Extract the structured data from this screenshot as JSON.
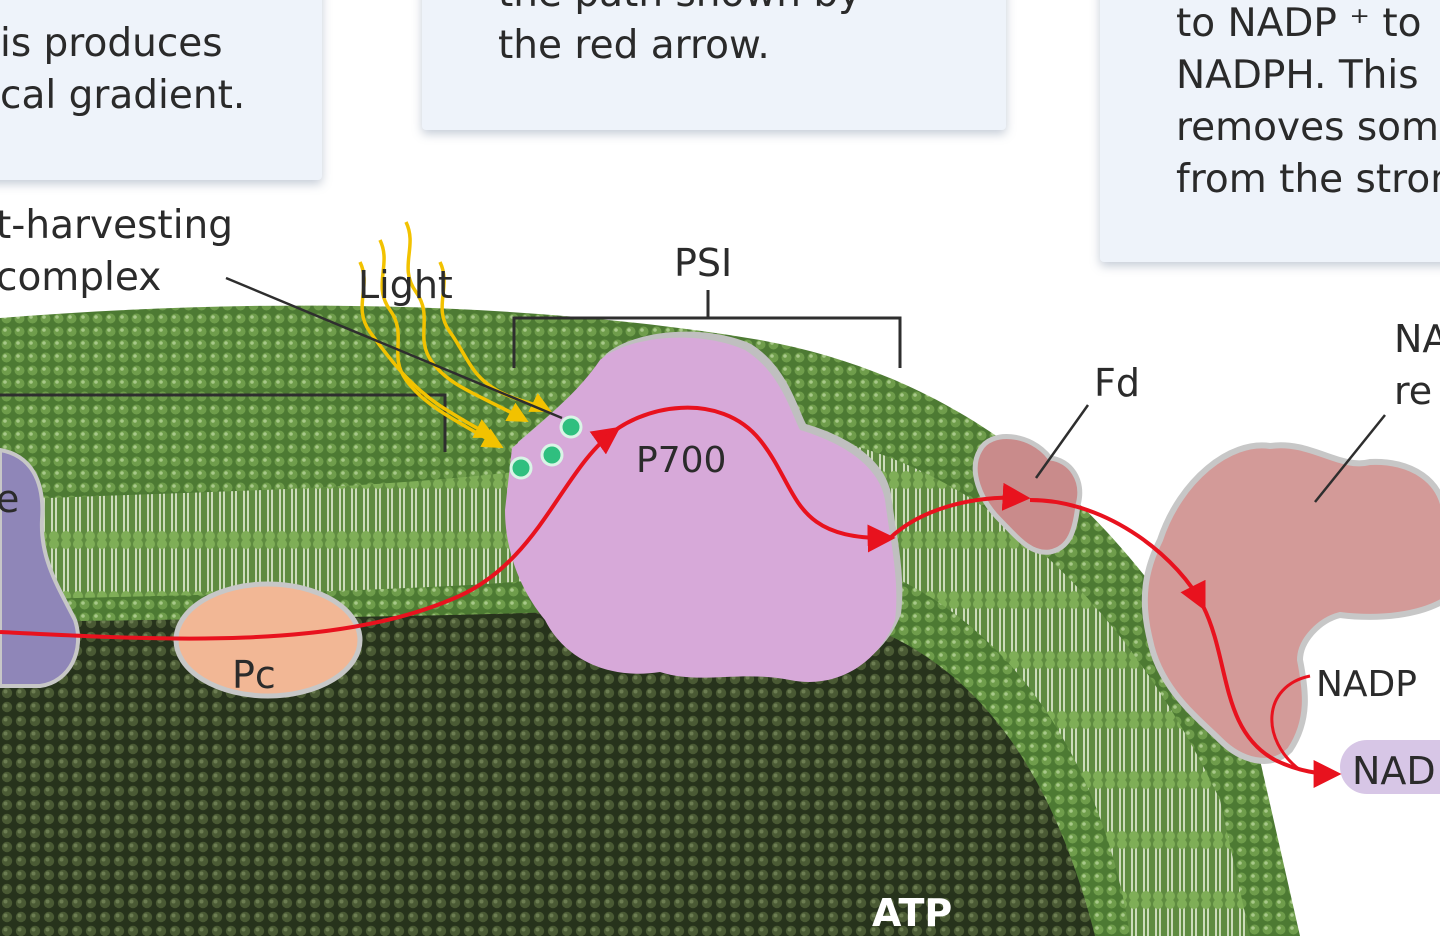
{
  "text_boxes": {
    "left": {
      "lines": [
        "is produces",
        "cal gradient."
      ]
    },
    "middle": {
      "lines": [
        "the path shown by",
        "the red arrow."
      ]
    },
    "right": {
      "lines": [
        "to NADP ⁺ to",
        "NADPH. This",
        "removes some",
        "from the stron"
      ]
    }
  },
  "labels": {
    "light_harvesting": [
      "t-harvesting",
      "complex"
    ],
    "light": "Light",
    "psi": "PSI",
    "p700": "P700",
    "fd": "Fd",
    "pc": "Pc",
    "left_protein_fragment": "e",
    "nadp_reductase": [
      "NA",
      "re"
    ],
    "nadp_plus": "NADP",
    "nadph": "NAD",
    "atp": "ATP"
  },
  "colors": {
    "lumen": "#2c3a20",
    "membrane": "#5a8a3c",
    "psi_protein": "#d7a9d9",
    "fd_protein": "#c98b8b",
    "reductase": "#d39a98",
    "pc_protein": "#f2b795",
    "electron_path": "#e8121e",
    "light": "#f2c200",
    "left_protein": "#8f86b8",
    "nadph_pill": "#d7c6e6"
  }
}
